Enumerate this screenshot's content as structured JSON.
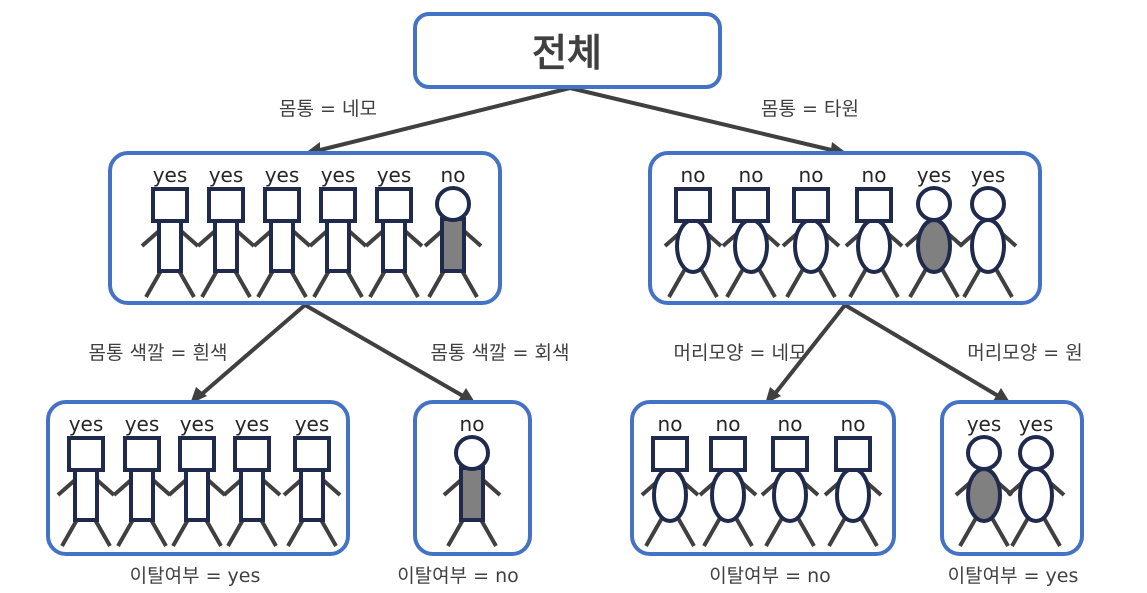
{
  "root": {
    "title": "전체"
  },
  "colors": {
    "box_border": "#4472c4",
    "outline": "#1f2a4d",
    "gray_fill": "#808080",
    "white_fill": "#ffffff",
    "edge": "#404040"
  },
  "edges": [
    {
      "label": "몸통 = 네모"
    },
    {
      "label": "몸통 = 타원"
    },
    {
      "label": "몸통 색깔 = 흰색"
    },
    {
      "label": "몸통 색깔 = 회색"
    },
    {
      "label": "머리모양 = 네모"
    },
    {
      "label": "머리모양 = 원"
    }
  ],
  "nodes": {
    "square_body": {
      "people": [
        {
          "label": "yes",
          "head": "square",
          "body": "rect",
          "fill": "white"
        },
        {
          "label": "yes",
          "head": "square",
          "body": "rect",
          "fill": "white"
        },
        {
          "label": "yes",
          "head": "square",
          "body": "rect",
          "fill": "white"
        },
        {
          "label": "yes",
          "head": "square",
          "body": "rect",
          "fill": "white"
        },
        {
          "label": "yes",
          "head": "square",
          "body": "rect",
          "fill": "white"
        },
        {
          "label": "no",
          "head": "circle",
          "body": "rect",
          "fill": "gray"
        }
      ]
    },
    "oval_body": {
      "people": [
        {
          "label": "no",
          "head": "square",
          "body": "oval",
          "fill": "white"
        },
        {
          "label": "no",
          "head": "square",
          "body": "oval",
          "fill": "white"
        },
        {
          "label": "no",
          "head": "square",
          "body": "oval",
          "fill": "white"
        },
        {
          "label": "no",
          "head": "square",
          "body": "oval",
          "fill": "white"
        },
        {
          "label": "yes",
          "head": "circle",
          "body": "oval",
          "fill": "gray"
        },
        {
          "label": "yes",
          "head": "circle",
          "body": "oval",
          "fill": "white"
        }
      ]
    },
    "white_body": {
      "result": "이탈여부 = yes",
      "people": [
        {
          "label": "yes",
          "head": "square",
          "body": "rect",
          "fill": "white"
        },
        {
          "label": "yes",
          "head": "square",
          "body": "rect",
          "fill": "white"
        },
        {
          "label": "yes",
          "head": "square",
          "body": "rect",
          "fill": "white"
        },
        {
          "label": "yes",
          "head": "square",
          "body": "rect",
          "fill": "white"
        },
        {
          "label": "yes",
          "head": "square",
          "body": "rect",
          "fill": "white"
        }
      ]
    },
    "gray_body": {
      "result": "이탈여부 = no",
      "people": [
        {
          "label": "no",
          "head": "circle",
          "body": "rect",
          "fill": "gray"
        }
      ]
    },
    "square_head": {
      "result": "이탈여부 = no",
      "people": [
        {
          "label": "no",
          "head": "square",
          "body": "oval",
          "fill": "white"
        },
        {
          "label": "no",
          "head": "square",
          "body": "oval",
          "fill": "white"
        },
        {
          "label": "no",
          "head": "square",
          "body": "oval",
          "fill": "white"
        },
        {
          "label": "no",
          "head": "square",
          "body": "oval",
          "fill": "white"
        }
      ]
    },
    "circle_head": {
      "result": "이탈여부 = yes",
      "people": [
        {
          "label": "yes",
          "head": "circle",
          "body": "oval",
          "fill": "gray"
        },
        {
          "label": "yes",
          "head": "circle",
          "body": "oval",
          "fill": "white"
        }
      ]
    }
  }
}
